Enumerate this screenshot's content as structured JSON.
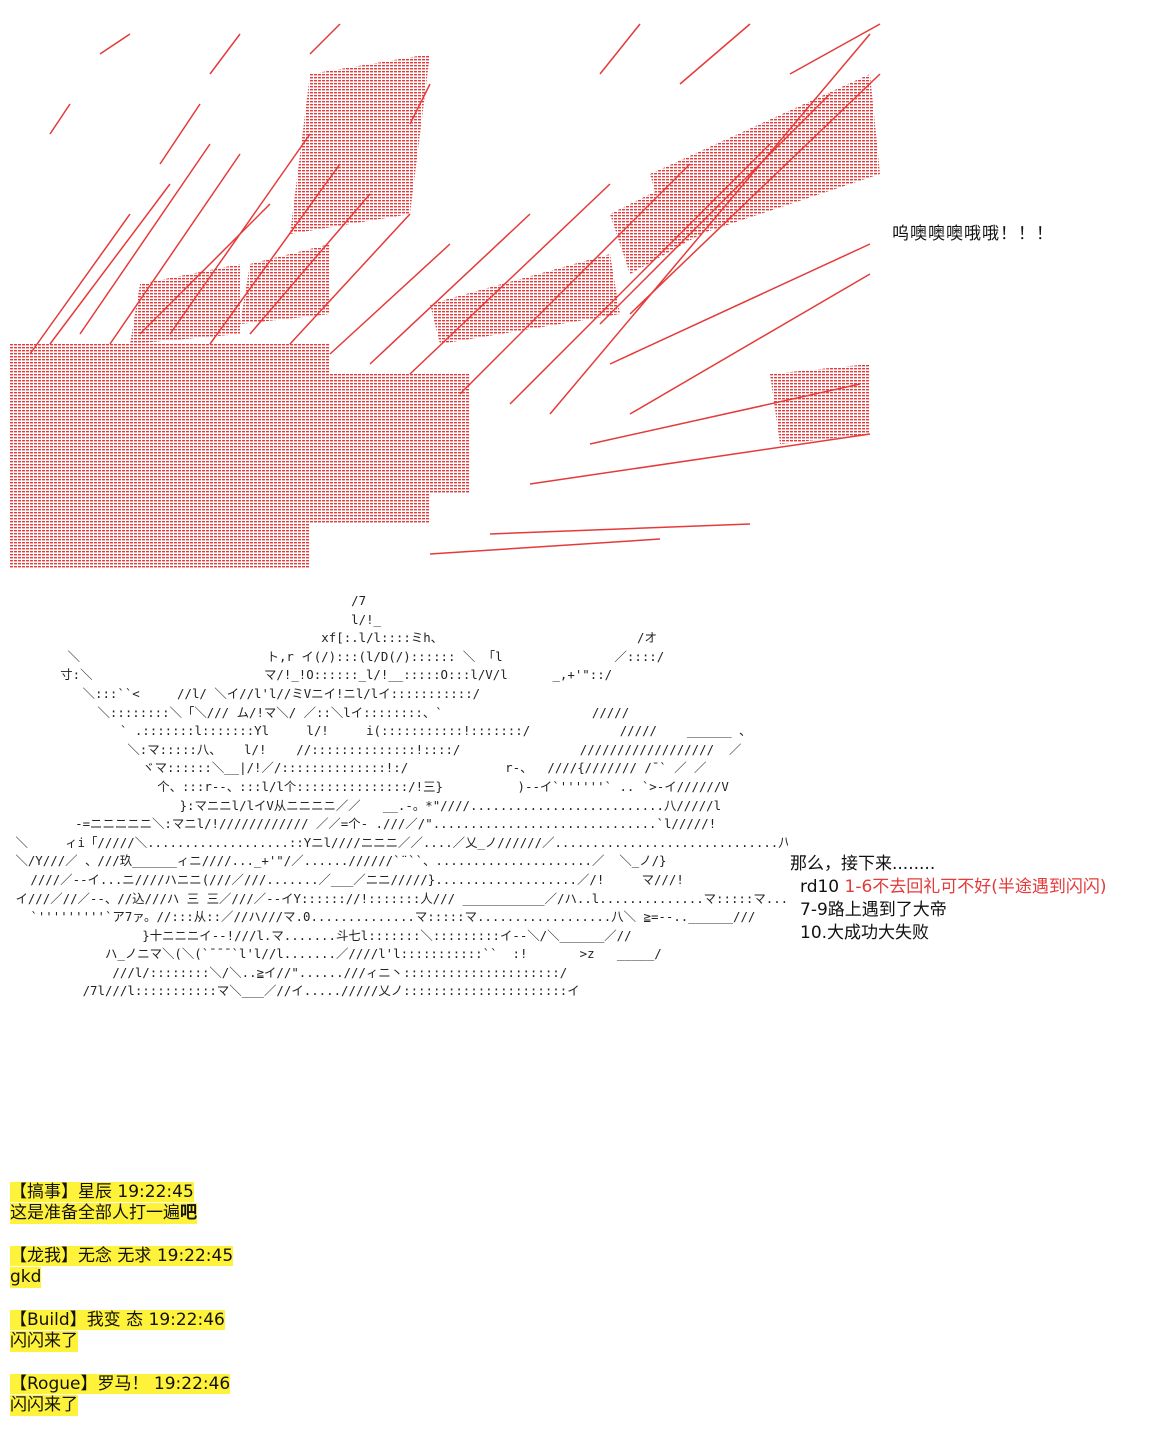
{
  "shout_text": "呜噢噢噢哦哦！！！",
  "dice": {
    "intro": "那么，接下来........",
    "roll_label": "rd10",
    "option1": "1-6不去回礼可不好(半途遇到闪闪)",
    "option2": "7-9路上遇到了大帝",
    "option3": "10.大成功大失败"
  },
  "chat": [
    {
      "tag": "【搞事】",
      "name": "星辰",
      "time": "19:22:45",
      "body_main": "这是准备全部人打一遍",
      "body_tail": "吧"
    },
    {
      "tag": "【龙我】",
      "name": "无念 无求",
      "time": "19:22:45",
      "body_main": "gkd",
      "body_tail": ""
    },
    {
      "tag": "【Build】",
      "name": "我变 态",
      "time": "19:22:46",
      "body_main": "闪闪来了",
      "body_tail": ""
    },
    {
      "tag": "【Rogue】",
      "name": "罗马！",
      "time": "19:22:46",
      "body_main": "闪闪来了",
      "body_tail": ""
    }
  ],
  "colors": {
    "aa_red": "#e53a3a",
    "highlight": "#fff23a",
    "text": "#111111"
  }
}
